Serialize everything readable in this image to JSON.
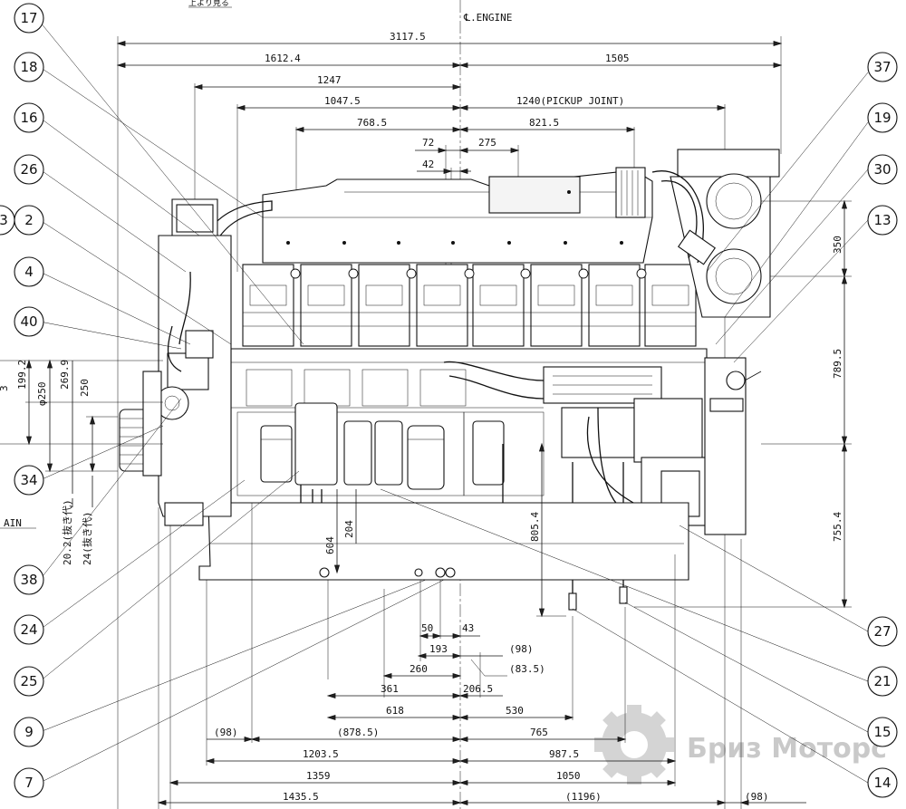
{
  "header": {
    "view_label": "上より見る",
    "centerline_label": "℄.ENGINE"
  },
  "horizontal_dims": [
    {
      "id": "d3117",
      "text": "3117.5"
    },
    {
      "id": "d1612",
      "text": "1612.4"
    },
    {
      "id": "d1505",
      "text": "1505"
    },
    {
      "id": "d1247",
      "text": "1247"
    },
    {
      "id": "d1047",
      "text": "1047.5"
    },
    {
      "id": "d1240",
      "text": "1240(PICKUP JOINT)"
    },
    {
      "id": "d768",
      "text": "768.5"
    },
    {
      "id": "d821",
      "text": "821.5"
    },
    {
      "id": "d72",
      "text": "72"
    },
    {
      "id": "d275",
      "text": "275"
    },
    {
      "id": "d42",
      "text": "42"
    },
    {
      "id": "d50",
      "text": "50"
    },
    {
      "id": "d43",
      "text": "43"
    },
    {
      "id": "d193",
      "text": "193"
    },
    {
      "id": "d98a",
      "text": "(98)"
    },
    {
      "id": "d260",
      "text": "260"
    },
    {
      "id": "d835",
      "text": "(83.5)"
    },
    {
      "id": "d361",
      "text": "361"
    },
    {
      "id": "d2065",
      "text": "206.5"
    },
    {
      "id": "d618",
      "text": "618"
    },
    {
      "id": "d530",
      "text": "530"
    },
    {
      "id": "d98b",
      "text": "(98)"
    },
    {
      "id": "d878",
      "text": "(878.5)"
    },
    {
      "id": "d765",
      "text": "765"
    },
    {
      "id": "d1203",
      "text": "1203.5"
    },
    {
      "id": "d987",
      "text": "987.5"
    },
    {
      "id": "d1359",
      "text": "1359"
    },
    {
      "id": "d1050",
      "text": "1050"
    },
    {
      "id": "d1435",
      "text": "1435.5"
    },
    {
      "id": "d1196",
      "text": "(1196)"
    },
    {
      "id": "d98c",
      "text": "(98)"
    }
  ],
  "vertical_dims": [
    {
      "id": "v350",
      "text": "350"
    },
    {
      "id": "v789",
      "text": "789.5"
    },
    {
      "id": "v755",
      "text": "755.4"
    },
    {
      "id": "v805",
      "text": "805.4"
    },
    {
      "id": "v604",
      "text": "604"
    },
    {
      "id": "v204",
      "text": "204"
    },
    {
      "id": "v199",
      "text": "199.2"
    },
    {
      "id": "v250d",
      "text": "φ250"
    },
    {
      "id": "v269",
      "text": "269.9"
    },
    {
      "id": "v250",
      "text": "250"
    },
    {
      "id": "v20",
      "text": "20.2(抜き代)"
    },
    {
      "id": "v24",
      "text": "24(抜き代)"
    },
    {
      "id": "vcut",
      "text": "3"
    },
    {
      "id": "vain",
      "text": "AIN"
    }
  ],
  "callouts": [
    {
      "id": "c17",
      "label": "17"
    },
    {
      "id": "c18",
      "label": "18"
    },
    {
      "id": "c16",
      "label": "16"
    },
    {
      "id": "c26",
      "label": "26"
    },
    {
      "id": "c3",
      "label": "3"
    },
    {
      "id": "c2",
      "label": "2"
    },
    {
      "id": "c4",
      "label": "4"
    },
    {
      "id": "c40",
      "label": "40"
    },
    {
      "id": "c34",
      "label": "34"
    },
    {
      "id": "c38",
      "label": "38"
    },
    {
      "id": "c24",
      "label": "24"
    },
    {
      "id": "c25",
      "label": "25"
    },
    {
      "id": "c9",
      "label": "9"
    },
    {
      "id": "c7",
      "label": "7"
    },
    {
      "id": "c37",
      "label": "37"
    },
    {
      "id": "c19",
      "label": "19"
    },
    {
      "id": "c30",
      "label": "30"
    },
    {
      "id": "c13",
      "label": "13"
    },
    {
      "id": "c27",
      "label": "27"
    },
    {
      "id": "c21",
      "label": "21"
    },
    {
      "id": "c15",
      "label": "15"
    },
    {
      "id": "c14",
      "label": "14"
    }
  ],
  "watermark": {
    "text": "Бриз Моторс",
    "color": "#c9c9c9"
  }
}
